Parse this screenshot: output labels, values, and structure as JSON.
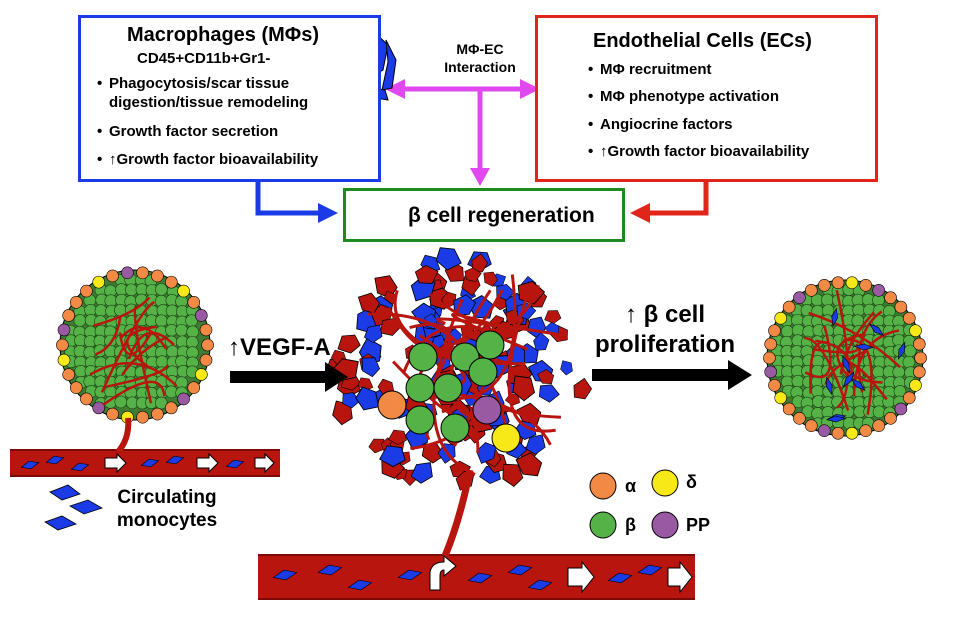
{
  "macrophages": {
    "title": "Macrophages (MΦs)",
    "markers": "CD45+CD11b+Gr1-",
    "items": [
      "Phagocytosis/scar tissue",
      "digestion/tissue remodeling",
      "Growth factor secretion",
      "↑Growth factor bioavailability"
    ],
    "color": "#1a3be6"
  },
  "endothelial": {
    "title": "Endothelial Cells (ECs)",
    "items": [
      "MΦ recruitment",
      "MΦ phenotype activation",
      "Angiocrine factors",
      "↑Growth factor bioavailability"
    ],
    "color": "#e0251b"
  },
  "interaction": {
    "line1": "MΦ-EC",
    "line2": "Interaction",
    "color": "#e048f0"
  },
  "regeneration": {
    "label": "β cell regeneration",
    "color": "#1f8a1f"
  },
  "vegf": {
    "label": "↑VEGF-A"
  },
  "proliferation": {
    "line1": "↑ β cell",
    "line2": "proliferation"
  },
  "monocytes": {
    "line1": "Circulating",
    "line2": "monocytes"
  },
  "legend": {
    "alpha": {
      "label": "α",
      "color": "#f28a46"
    },
    "delta": {
      "label": "δ",
      "color": "#f7e817"
    },
    "beta": {
      "label": "β",
      "color": "#55b247"
    },
    "pp": {
      "label": "PP",
      "color": "#9a5aa3"
    }
  },
  "colors": {
    "vessel": "#b8150f",
    "vessel_dark": "#7a0a06",
    "monocyte": "#1a3be6",
    "beta_cell": "#55b247",
    "arrow": "#000000"
  }
}
